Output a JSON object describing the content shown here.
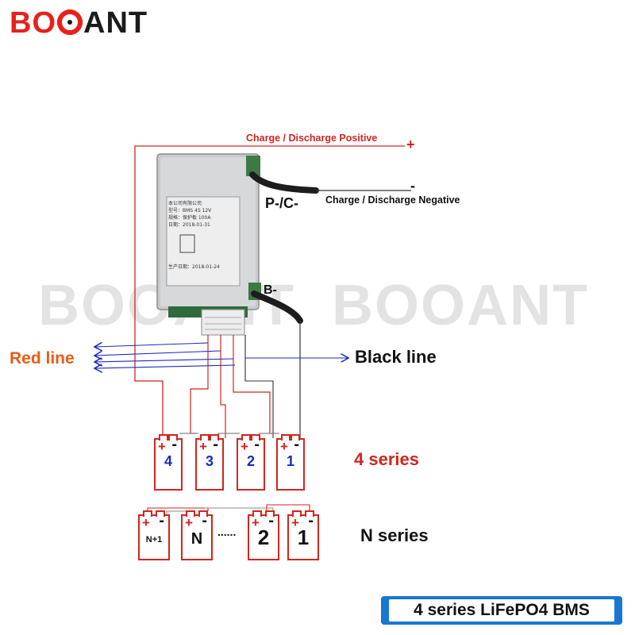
{
  "brand": {
    "part1": "BO",
    "part2": "ANT",
    "logo_icon": "gear-o-icon",
    "red": "#e8211b",
    "dark": "#1b1b1b"
  },
  "watermark": [
    "BOOANT",
    "BOOANT"
  ],
  "labels": {
    "charge_positive": "Charge / Discharge Positive",
    "plus": "+",
    "minus": "-",
    "charge_negative": "Charge / Discharge Negative",
    "p_c": "P-/C-",
    "b_minus": "B-",
    "red_line": "Red line",
    "black_line": "Black line",
    "four_series": "4 series",
    "n_series": "N series",
    "dots": "......"
  },
  "board": {
    "label_lines": [
      "本公司有限公司",
      "型号：BMS 4S 12V",
      "规格：保护板 100A",
      "日期：2018-01-31",
      "生产日期：2018-01-24"
    ]
  },
  "four_cells": [
    {
      "num": "4",
      "plus": "+",
      "minus": "-"
    },
    {
      "num": "3",
      "plus": "+",
      "minus": "-"
    },
    {
      "num": "2",
      "plus": "+",
      "minus": "-"
    },
    {
      "num": "1",
      "plus": "+",
      "minus": "-"
    }
  ],
  "n_cells": [
    {
      "num": "N+1",
      "plus": "+",
      "minus": "-"
    },
    {
      "num": "N",
      "plus": "+",
      "minus": "-"
    },
    {
      "num": "2",
      "plus": "+",
      "minus": "-"
    },
    {
      "num": "1",
      "plus": "+",
      "minus": "-"
    }
  ],
  "badge": {
    "text": "4 series LiFePO4 BMS"
  },
  "colors": {
    "red": "#d0261f",
    "blue": "#1a2bbf",
    "orange": "#e85c17",
    "badge": "#1877d2"
  }
}
